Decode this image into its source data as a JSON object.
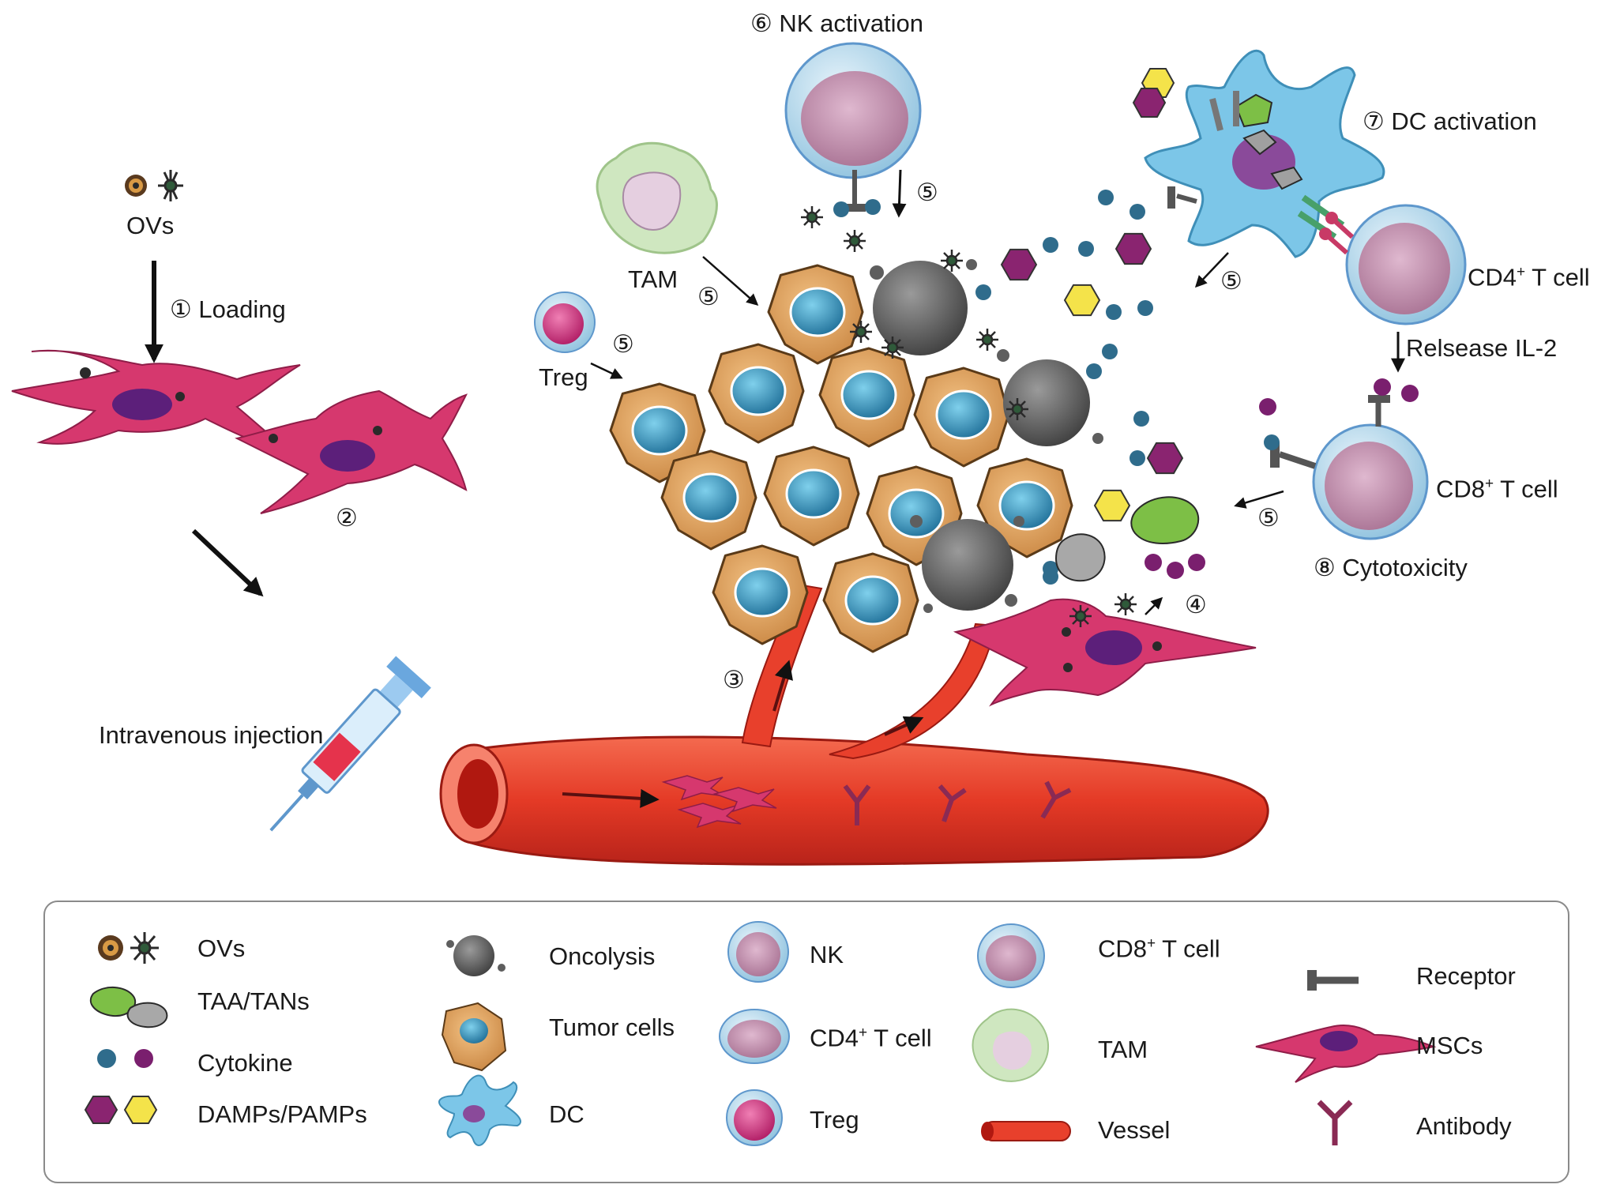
{
  "labels": {
    "ovs": "OVs",
    "loading": "① Loading",
    "step2": "②",
    "step3": "③",
    "step4": "④",
    "step5": "⑤",
    "nk_activation": "⑥ NK activation",
    "dc_activation": "⑦ DC activation",
    "cytotoxicity": "⑧ Cytotoxicity",
    "tam": "TAM",
    "treg": "Treg",
    "cd4_base": "CD4",
    "cd8_base": "CD8",
    "plus": "+",
    "t_cell": " T cell",
    "release_il2": "Relsease IL-2",
    "iv_injection": "Intravenous injection"
  },
  "legend": {
    "ovs": "OVs",
    "taa_tans": "TAA/TANs",
    "cytokine": "Cytokine",
    "damps_pamps": "DAMPs/PAMPs",
    "oncolysis": "Oncolysis",
    "tumor_cells": "Tumor cells",
    "dc": "DC",
    "nk": "NK",
    "cd4_base": "CD4",
    "cd8_base": "CD8",
    "plus": "+",
    "t_cell": " T cell",
    "treg": "Treg",
    "tam": "TAM",
    "vessel": "Vessel",
    "receptor": "Receptor",
    "mscs": "MSCs",
    "antibody": "Antibody"
  },
  "colors": {
    "msc": "#d6386e",
    "tumor": "#e3a461",
    "nucleus": "#2e8cb5",
    "vessel": "#e8402c",
    "cytokine_blue": "#2f6c8c",
    "cytokine_purple": "#7a1f6e",
    "damp": "#8a2470",
    "pamp": "#f4e34a",
    "taa": "#7dbf46",
    "dc": "#7cc6e8"
  }
}
